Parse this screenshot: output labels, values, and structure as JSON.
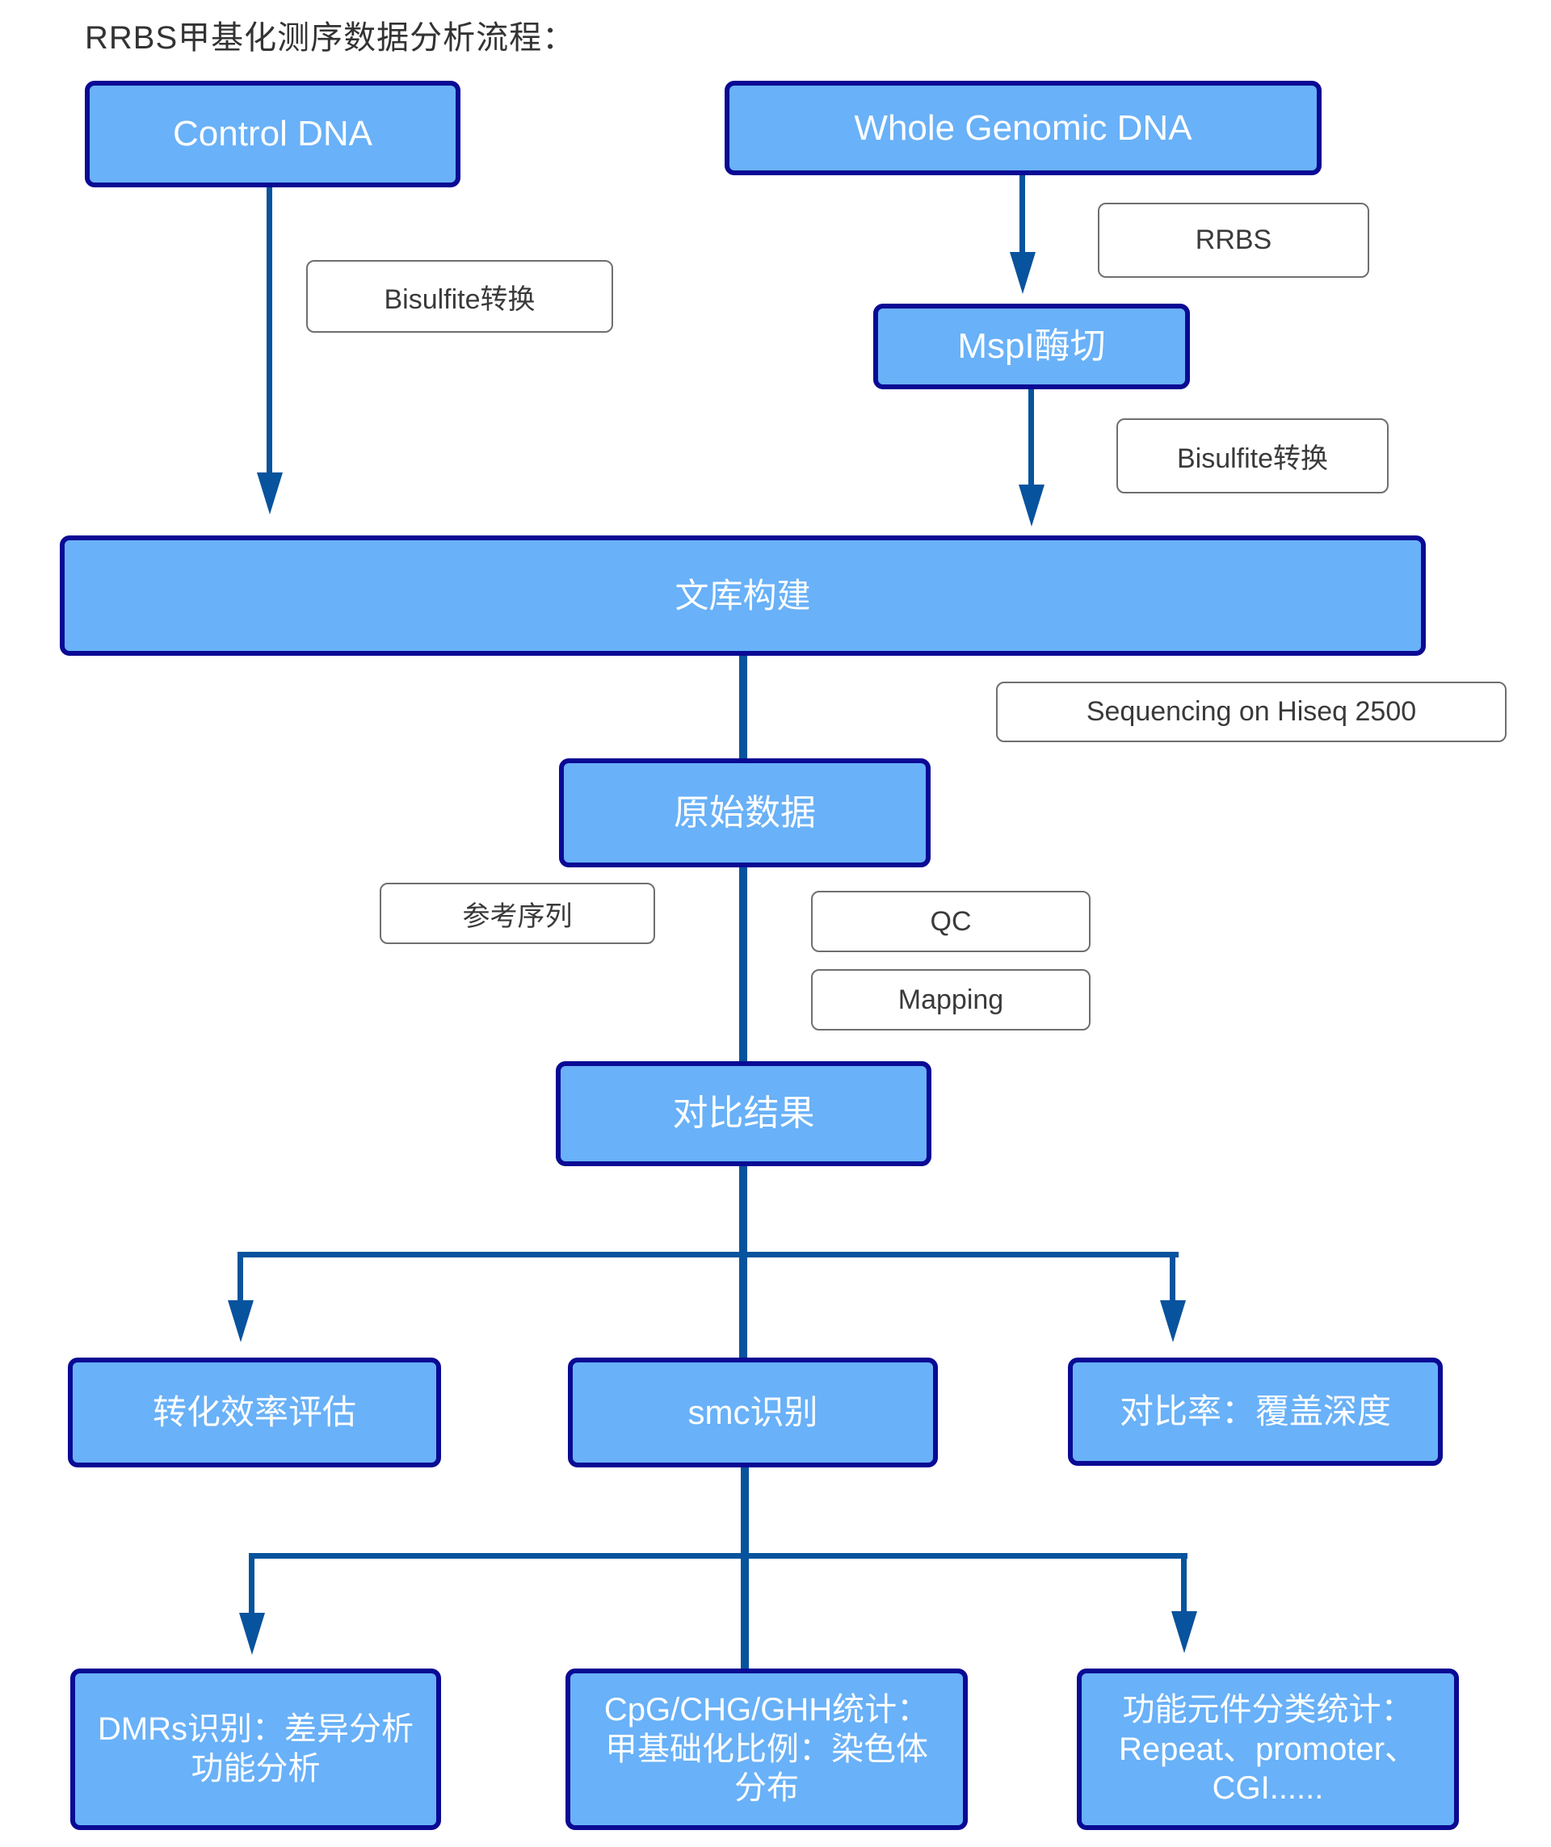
{
  "title": "RRBS甲基化测序数据分析流程：",
  "boxes": {
    "control_dna": {
      "label": "Control DNA"
    },
    "whole_genomic_dna": {
      "label": "Whole Genomic DNA"
    },
    "mspi_digestion": {
      "label": "MspI酶切"
    },
    "library_construction": {
      "label": "文库构建"
    },
    "raw_data": {
      "label": "原始数据"
    },
    "alignment_result": {
      "label": "对比结果"
    },
    "conversion_efficiency": {
      "label": "转化效率评估"
    },
    "smc_identification": {
      "label": "smc识别"
    },
    "alignment_rate": {
      "label": "对比率：覆盖深度"
    },
    "dmrs": {
      "line1": "DMRs识别：差异分析",
      "line2": "功能分析"
    },
    "cpg_stats": {
      "line1": "CpG/CHG/GHH统计：",
      "line2": "甲基础化比例：染色体",
      "line3": "分布"
    },
    "functional_elements": {
      "line1": "功能元件分类统计：",
      "line2": "Repeat、promoter、",
      "line3": "CGI......"
    }
  },
  "labels": {
    "bisulfite_left": "Bisulfite转换",
    "rrbs": "RRBS",
    "bisulfite_right": "Bisulfite转换",
    "sequencing": "Sequencing on Hiseq 2500",
    "reference_seq": "参考序列",
    "qc": "QC",
    "mapping": "Mapping"
  },
  "colors": {
    "node_fill": "#69B1F8",
    "node_border": "#0A0A94",
    "connector": "#08539D",
    "label_border": "#6F6F6F",
    "label_text": "#3A3A3A",
    "title_text": "#333333",
    "node_text": "#FFFFFF"
  }
}
